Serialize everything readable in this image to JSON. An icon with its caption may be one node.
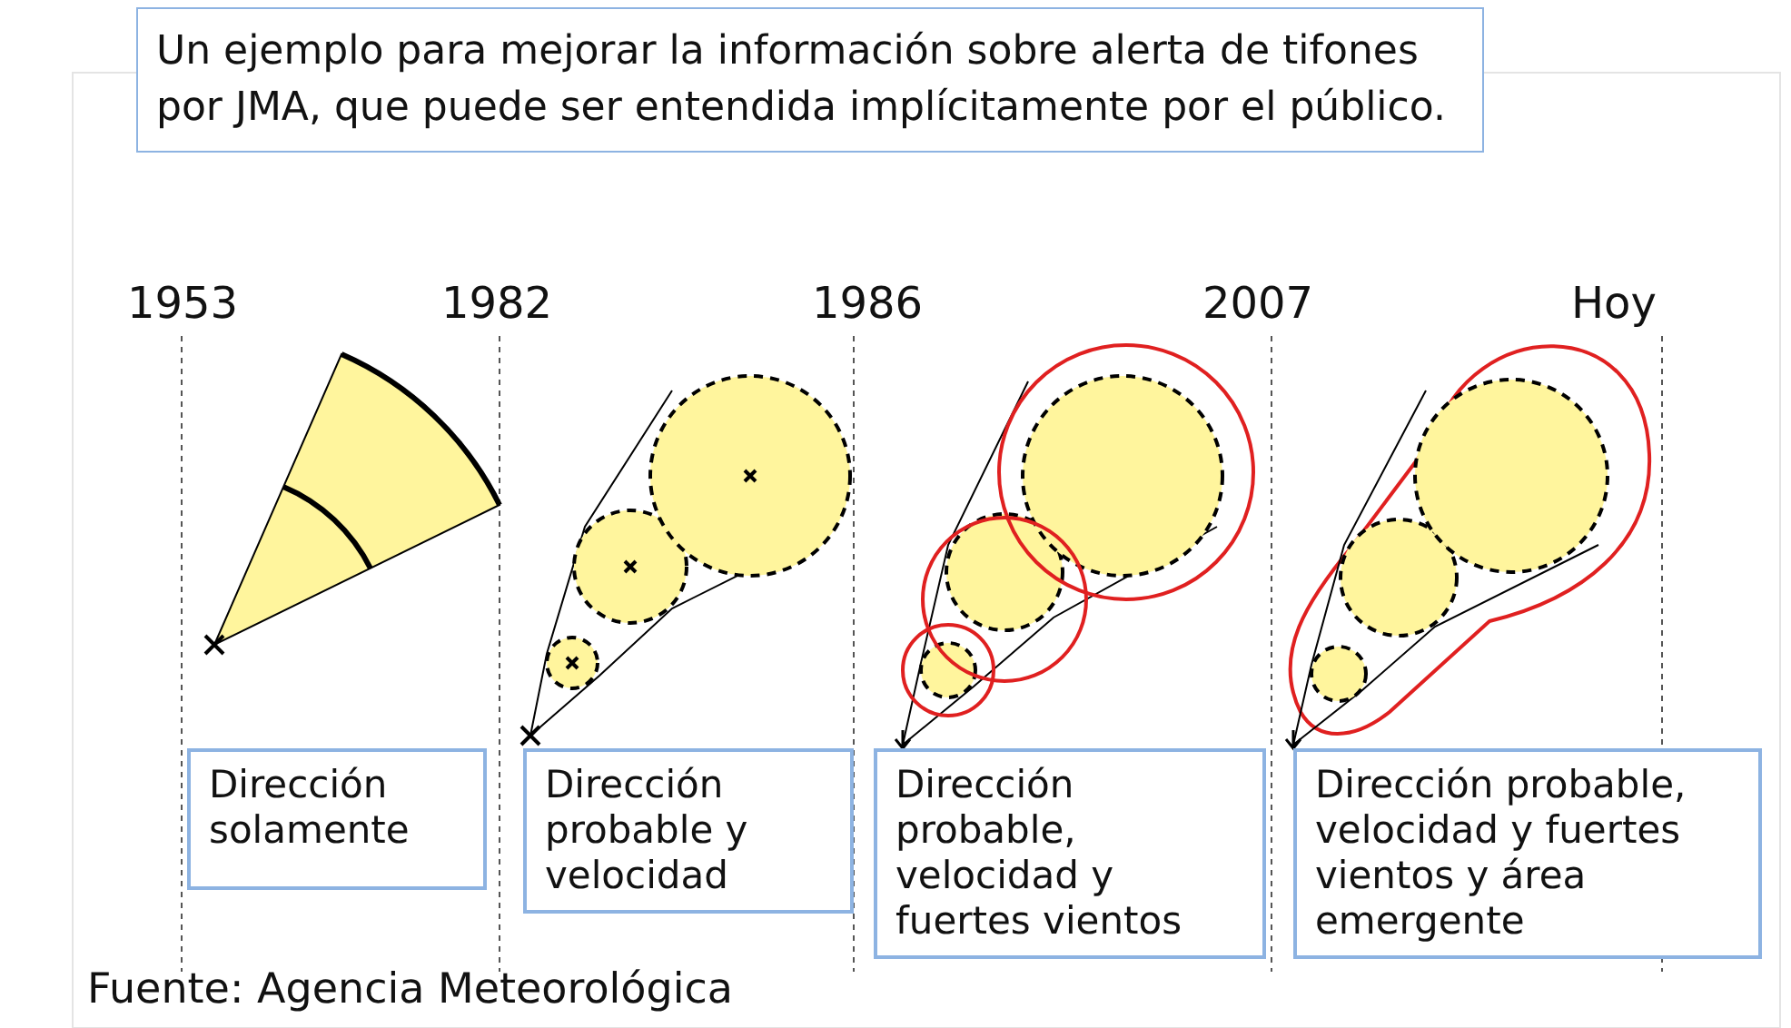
{
  "diagram": {
    "title": "Un ejemplo para mejorar la información sobre alerta de tifones por JMA, que puede ser entendida implícitamente por el público.",
    "nodes": [
      {
        "text": [
          "Dirección solamente"
        ]
      },
      {
        "text": [
          "Dirección probable y velocidad"
        ]
      },
      {
        "text": [
          "Dirección probable, velocidad y fuertes vientos"
        ]
      },
      {
        "text": [
          "Dirección probable, velocidad y fuertes vientos y área emergente"
        ]
      }
    ],
    "edges": [],
    "labels": [
      "1953",
      "1982",
      "1986",
      "2007",
      "Hoy"
    ],
    "caption": "Fuente: Agencia Meteorológica"
  }
}
